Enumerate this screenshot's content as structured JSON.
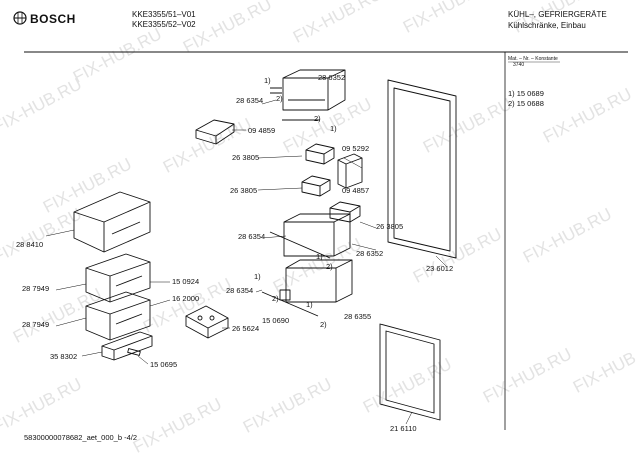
{
  "header": {
    "brand": "BOSCH",
    "models": [
      "KKE3355/51–V01",
      "KKE3355/52–V02"
    ],
    "category": "KÜHL–, GEFRIERGERÄTE",
    "subcategory": "Kühlschränke, Einbau",
    "key_header": "Mat. – Nr. – Konstante",
    "key_constant": "3740"
  },
  "references": [
    {
      "label": "1)  15 0689"
    },
    {
      "label": "2)  15 0688"
    }
  ],
  "watermark_text": "FIX-HUB.RU",
  "part_labels": [
    "28 6352",
    "1)",
    "28 6354",
    "2)",
    "2)",
    "1)",
    "09 4859",
    "09 5292",
    "26 3805",
    "26 3805",
    "09 4857",
    "26 3805",
    "28 8410",
    "28 6354",
    "28 6352",
    "2)",
    "1)",
    "23 6012",
    "15 0924",
    "28 7949",
    "16 2000",
    "28 7949",
    "1)",
    "28 6354",
    "2)",
    "15 0690",
    "1)",
    "2)",
    "28 6355",
    "26 5624",
    "35 8302",
    "15 0695",
    "21 6110"
  ],
  "footer": {
    "document_id": "58300000078682_aet_000_b  -4/2"
  },
  "colors": {
    "line": "#111111",
    "watermark": "#e3e3e3"
  }
}
